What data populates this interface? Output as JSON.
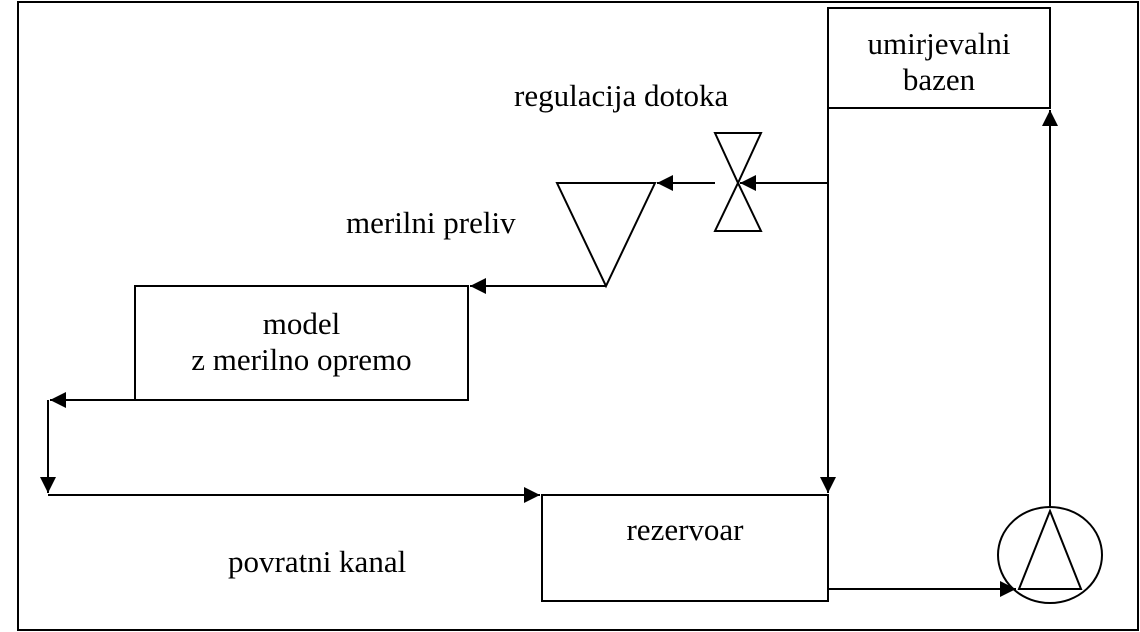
{
  "diagram": {
    "colors": {
      "line": "#000000",
      "background": "#ffffff"
    },
    "nodes": {
      "umirjevalni_bazen": {
        "line1": "umirjevalni",
        "line2": "bazen"
      },
      "regulacija_dotoka": {
        "label": "regulacija dotoka",
        "icon": "valve-icon"
      },
      "merilni_preliv": {
        "label": "merilni preliv",
        "icon": "weir-triangle-icon"
      },
      "model": {
        "line1": "model",
        "line2": "z merilno opremo"
      },
      "rezervoar": {
        "label": "rezervoar"
      },
      "povratni_kanal": {
        "label": "povratni kanal"
      },
      "pump": {
        "icon": "pump-icon"
      }
    }
  }
}
